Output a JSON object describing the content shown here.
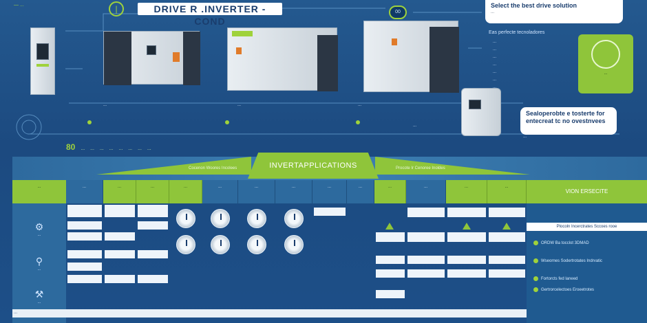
{
  "header": {
    "top_left": "— ...",
    "icon_glyph": "|",
    "title": "DRIVE R .INVERTER - COND",
    "badge": "00"
  },
  "select_card": {
    "heading": "Select the best drive solution",
    "sub": "..."
  },
  "products": {
    "label_1": "...",
    "label_2": "...",
    "label_3": "...",
    "label_4": "..."
  },
  "info": {
    "heading": "Eas perfecte tecnoladores",
    "items": [
      "...",
      "...",
      "...",
      "...",
      "...",
      "...",
      "..."
    ]
  },
  "green_card": {
    "caption": "..."
  },
  "solution_card": {
    "line1": "Sealoperobte e tosterte for",
    "line2": "entecreat tc no ovestnvees",
    "sub": "..."
  },
  "tech_row": {
    "big": "80",
    "items": [
      "...",
      "...",
      "...",
      "...",
      "...",
      "...",
      "...",
      "..."
    ]
  },
  "band": {
    "center": "INVERTAPPLICATIONS",
    "left": "Cocenon Woores Incolees",
    "right": "Procote Ir Cenoree Inoldes"
  },
  "left_panel": {
    "head": "...",
    "items": [
      "...",
      "...",
      "..."
    ]
  },
  "columns": [
    {
      "head": "...",
      "style": "blue"
    },
    {
      "head": "...",
      "style": "green"
    },
    {
      "head": "...",
      "style": "green"
    },
    {
      "head": "...",
      "style": "green"
    },
    {
      "head": "...",
      "style": "blue"
    },
    {
      "head": "...",
      "style": "blue"
    },
    {
      "head": "...",
      "style": "blue"
    },
    {
      "head": "...",
      "style": "blue"
    },
    {
      "head": "...",
      "style": "blue"
    },
    {
      "head": "...",
      "style": "green"
    },
    {
      "head": "...",
      "style": "blue"
    },
    {
      "head": "...",
      "style": "green"
    },
    {
      "head": "...",
      "style": "green"
    }
  ],
  "right_panel": {
    "head": "VION ERSECITE",
    "bar": "Plocoln Incerctrates Sccoes rooe",
    "items": [
      "ORDW Ba tocclot 3DMAD",
      "Wseornes Sodertrotates Indrvatic",
      "Fortorcts fed laneed",
      "Gertrorcelectoes Eroeetrotes"
    ]
  },
  "footer": {
    "label": "..."
  },
  "colors": {
    "accent": "#8fc53a",
    "navy": "#1d4f87",
    "white": "#ffffff"
  }
}
